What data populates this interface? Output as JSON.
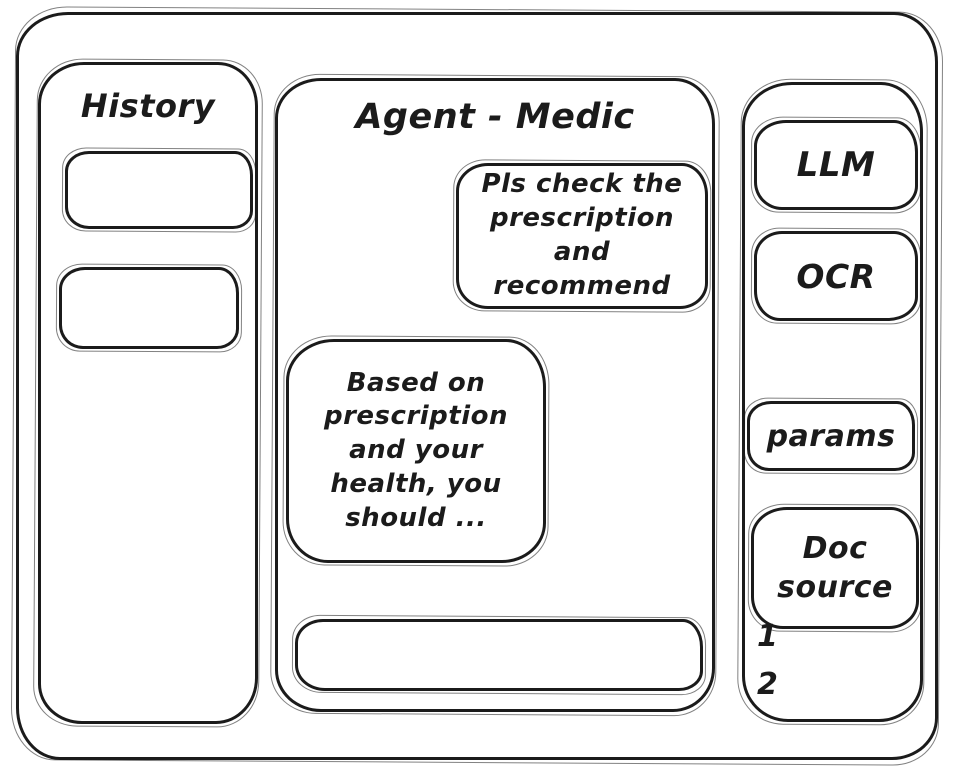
{
  "window": {
    "history_panel": {
      "title": "History",
      "items": [
        {
          "label": ""
        },
        {
          "label": ""
        }
      ]
    },
    "chat_panel": {
      "title": "Agent - Medic",
      "messages": [
        {
          "role": "user",
          "text": "Pls check the prescription and recommend"
        },
        {
          "role": "agent",
          "text": "Based on prescription and your health, you should ..."
        }
      ],
      "input": {
        "value": "",
        "placeholder": ""
      }
    },
    "tools_panel": {
      "buttons": [
        {
          "label": "LLM"
        },
        {
          "label": "OCR"
        },
        {
          "label": "params"
        },
        {
          "label": "Doc source"
        }
      ],
      "doc_sources": [
        "1",
        "2"
      ]
    },
    "colors": {
      "ink": "#1b1b1b",
      "paper": "#ffffff"
    }
  }
}
